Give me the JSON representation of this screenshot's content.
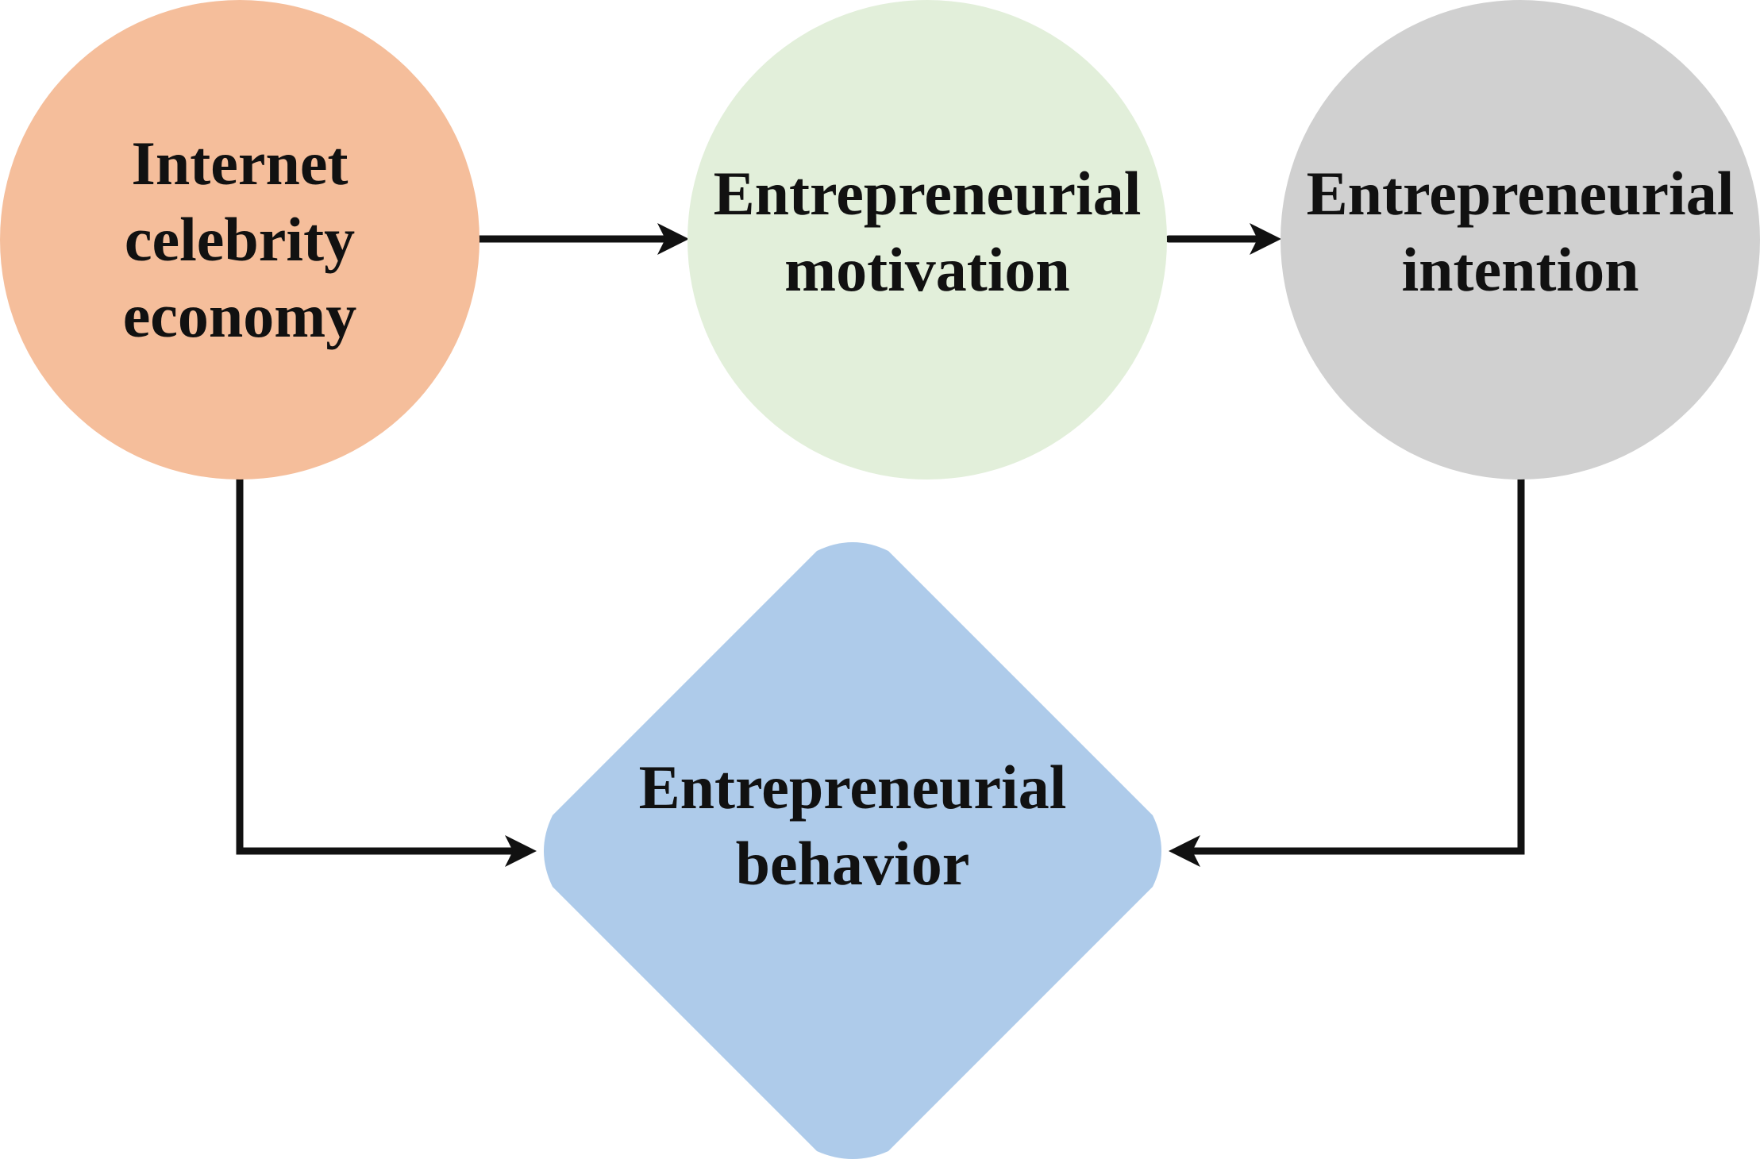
{
  "colors": {
    "internet_fill": "#f5be9b",
    "motivation_fill": "#e2efda",
    "intention_fill": "#d0d0d0",
    "behavior_fill": "#aecbea",
    "arrow": "#111111"
  },
  "nodes": {
    "internet": {
      "lines": [
        "Internet",
        "celebrity",
        "economy"
      ]
    },
    "motivation": {
      "lines": [
        "Entrepreneurial",
        "motivation"
      ]
    },
    "intention": {
      "lines": [
        "Entrepreneurial",
        "intention"
      ]
    },
    "behavior": {
      "lines": [
        "Entrepreneurial",
        "behavior"
      ]
    }
  },
  "edges": [
    {
      "from": "Internet celebrity economy",
      "to": "Entrepreneurial motivation"
    },
    {
      "from": "Entrepreneurial motivation",
      "to": "Entrepreneurial intention"
    },
    {
      "from": "Internet celebrity economy",
      "to": "Entrepreneurial behavior"
    },
    {
      "from": "Entrepreneurial intention",
      "to": "Entrepreneurial behavior"
    }
  ]
}
